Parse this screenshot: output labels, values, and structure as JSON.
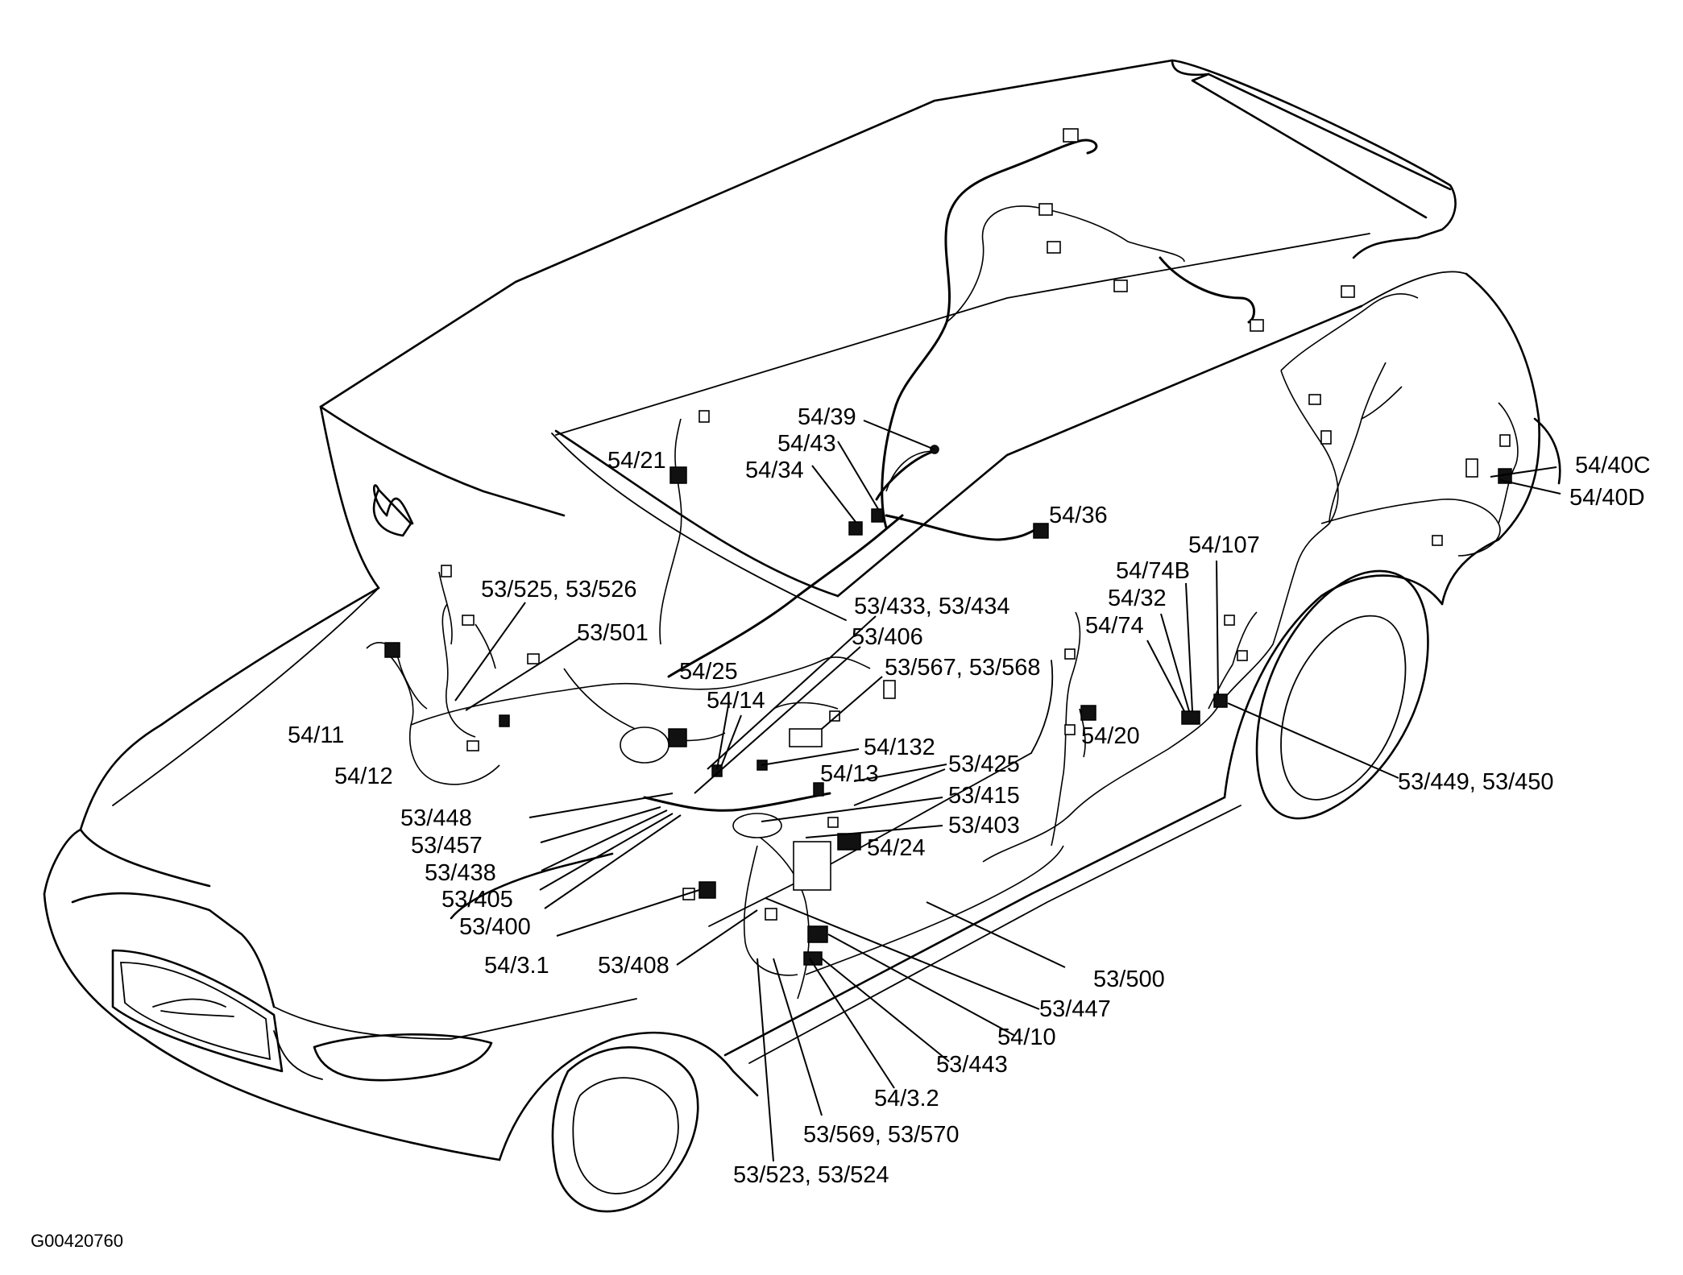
{
  "figure_code": "G00420760",
  "labels": [
    {
      "id": "54_39",
      "text": "54/39"
    },
    {
      "id": "54_43",
      "text": "54/43"
    },
    {
      "id": "54_34",
      "text": "54/34"
    },
    {
      "id": "54_21",
      "text": "54/21"
    },
    {
      "id": "54_36",
      "text": "54/36"
    },
    {
      "id": "54_40C",
      "text": "54/40C"
    },
    {
      "id": "54_40D",
      "text": "54/40D"
    },
    {
      "id": "54_107",
      "text": "54/107"
    },
    {
      "id": "54_74B",
      "text": "54/74B"
    },
    {
      "id": "54_32",
      "text": "54/32"
    },
    {
      "id": "54_74",
      "text": "54/74"
    },
    {
      "id": "53_525",
      "text": "53/525, 53/526"
    },
    {
      "id": "53_501",
      "text": "53/501"
    },
    {
      "id": "53_433",
      "text": "53/433, 53/434"
    },
    {
      "id": "53_406",
      "text": "53/406"
    },
    {
      "id": "53_567",
      "text": "53/567, 53/568"
    },
    {
      "id": "54_25",
      "text": "54/25"
    },
    {
      "id": "54_14",
      "text": "54/14"
    },
    {
      "id": "54_11",
      "text": "54/11"
    },
    {
      "id": "54_12",
      "text": "54/12"
    },
    {
      "id": "54_20",
      "text": "54/20"
    },
    {
      "id": "54_132",
      "text": "54/132"
    },
    {
      "id": "54_13",
      "text": "54/13"
    },
    {
      "id": "53_425",
      "text": "53/425"
    },
    {
      "id": "53_415",
      "text": "53/415"
    },
    {
      "id": "53_403",
      "text": "53/403"
    },
    {
      "id": "54_24",
      "text": "54/24"
    },
    {
      "id": "53_449",
      "text": "53/449, 53/450"
    },
    {
      "id": "53_448",
      "text": "53/448"
    },
    {
      "id": "53_457",
      "text": "53/457"
    },
    {
      "id": "53_438",
      "text": "53/438"
    },
    {
      "id": "53_405",
      "text": "53/405"
    },
    {
      "id": "53_400",
      "text": "53/400"
    },
    {
      "id": "54_3_1",
      "text": "54/3.1"
    },
    {
      "id": "53_408",
      "text": "53/408"
    },
    {
      "id": "53_500",
      "text": "53/500"
    },
    {
      "id": "53_447",
      "text": "53/447"
    },
    {
      "id": "54_10",
      "text": "54/10"
    },
    {
      "id": "53_443",
      "text": "53/443"
    },
    {
      "id": "54_3_2",
      "text": "54/3.2"
    },
    {
      "id": "53_569",
      "text": "53/569, 53/570"
    },
    {
      "id": "53_523",
      "text": "53/523, 53/524"
    }
  ]
}
